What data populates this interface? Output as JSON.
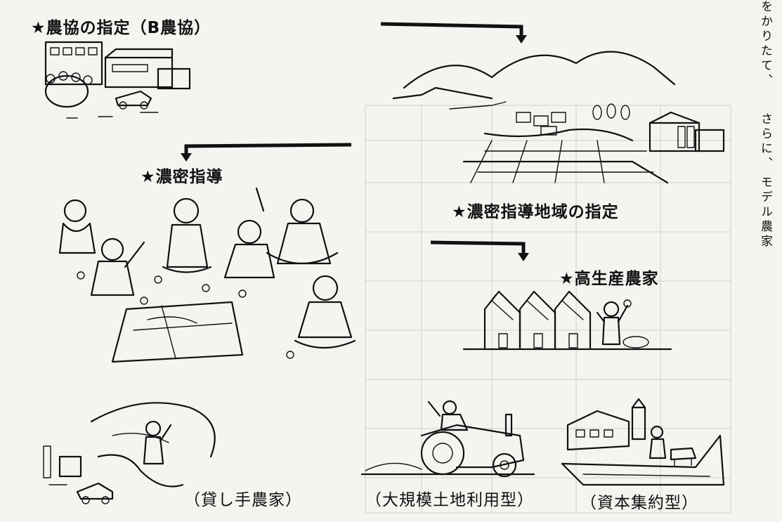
{
  "labels": {
    "nokyo_shitei": "★農協の指定（B農協）",
    "nomitsu_shido": "★濃密指導",
    "nomitsu_chiiki": "★濃密指導地域の指定",
    "kouseisan": "★高生産農家",
    "kashite": "（貸し手農家）",
    "daikibo": "（大規模土地利用型）",
    "shihon": "（資本集約型）"
  },
  "side_text": {
    "line1": "をかりたて、",
    "line2": "さらに、",
    "line3": "モデル農家"
  }
}
